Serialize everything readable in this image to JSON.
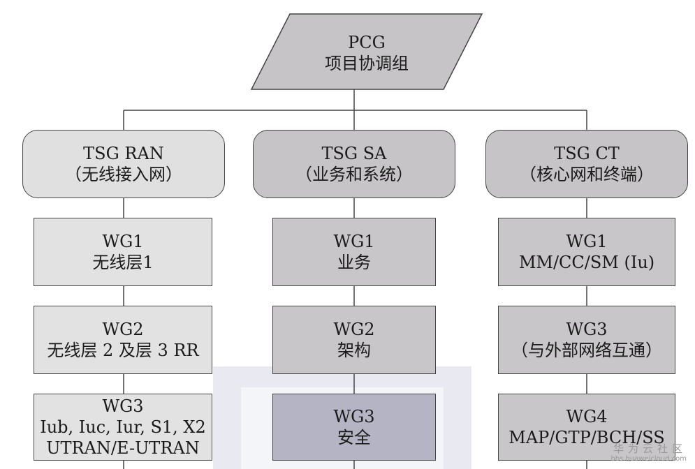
{
  "pcg": {
    "line1": "PCG",
    "line2": "项目协调组"
  },
  "tsg_ran": {
    "title": "TSG RAN",
    "subtitle": "（无线接入网）",
    "wg1": {
      "line1": "WG1",
      "line2": "无线层1"
    },
    "wg2": {
      "line1": "WG2",
      "line2": "无线层 2 及层 3 RR"
    },
    "wg3": {
      "line1": "WG3",
      "line2": "Iub, Iuc, Iur, S1, X2",
      "line3": "UTRAN/E-UTRAN"
    }
  },
  "tsg_sa": {
    "title": "TSG SA",
    "subtitle": "（业务和系统）",
    "wg1": {
      "line1": "WG1",
      "line2": "业务"
    },
    "wg2": {
      "line1": "WG2",
      "line2": "架构"
    },
    "wg3": {
      "line1": "WG3",
      "line2": "安全"
    }
  },
  "tsg_ct": {
    "title": "TSG CT",
    "subtitle": "（核心网和终端）",
    "wg1": {
      "line1": "WG1",
      "line2": "MM/CC/SM (Iu)"
    },
    "wg3": {
      "line1": "WG3",
      "line2": "（与外部网络互通）"
    },
    "wg4": {
      "line1": "WG4",
      "line2": "MAP/GTP/BCH/SS"
    }
  },
  "watermark": {
    "site": "华为云社区",
    "url": "bbs.huaweicloud.com"
  },
  "colors": {
    "line": "#444444",
    "pcg_fill": "#c6c4c6",
    "ran_fill": "#e0e0e0",
    "sa_ct_fill": "#c6c4c6",
    "security_fill": "#b4b4c4"
  }
}
